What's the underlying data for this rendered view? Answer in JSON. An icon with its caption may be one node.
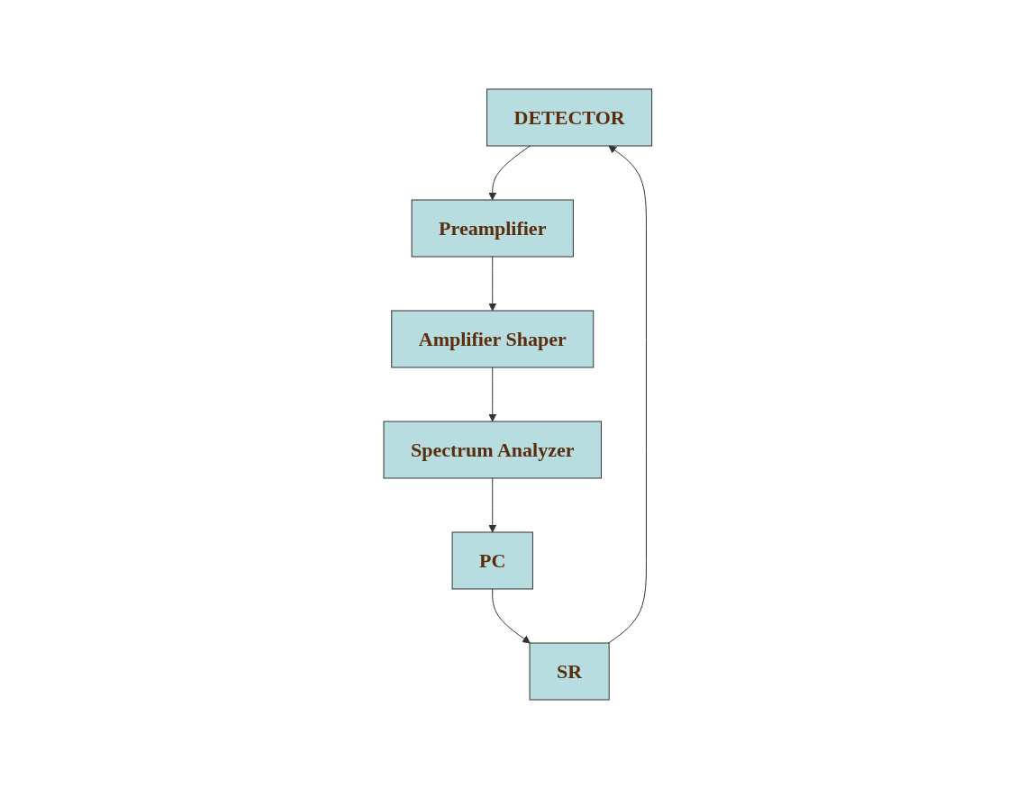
{
  "diagram": {
    "nodes": [
      {
        "text": [
          "DETECTOR"
        ]
      },
      {
        "text": [
          "Preamplifier"
        ]
      },
      {
        "text": [
          "Amplifier Shaper"
        ]
      },
      {
        "text": [
          "Spectrum Analyzer"
        ]
      },
      {
        "text": [
          "PC"
        ]
      },
      {
        "text": [
          "SR"
        ]
      }
    ],
    "edges": [
      {
        "from": 0,
        "to": 1,
        "arrow": "to"
      },
      {
        "from": 1,
        "to": 2,
        "arrow": "to"
      },
      {
        "from": 2,
        "to": 3,
        "arrow": "to"
      },
      {
        "from": 3,
        "to": 4,
        "arrow": "to"
      },
      {
        "from": 4,
        "to": 5,
        "arrow": "to"
      },
      {
        "from": 5,
        "to": 0,
        "arrow": "to"
      }
    ]
  }
}
